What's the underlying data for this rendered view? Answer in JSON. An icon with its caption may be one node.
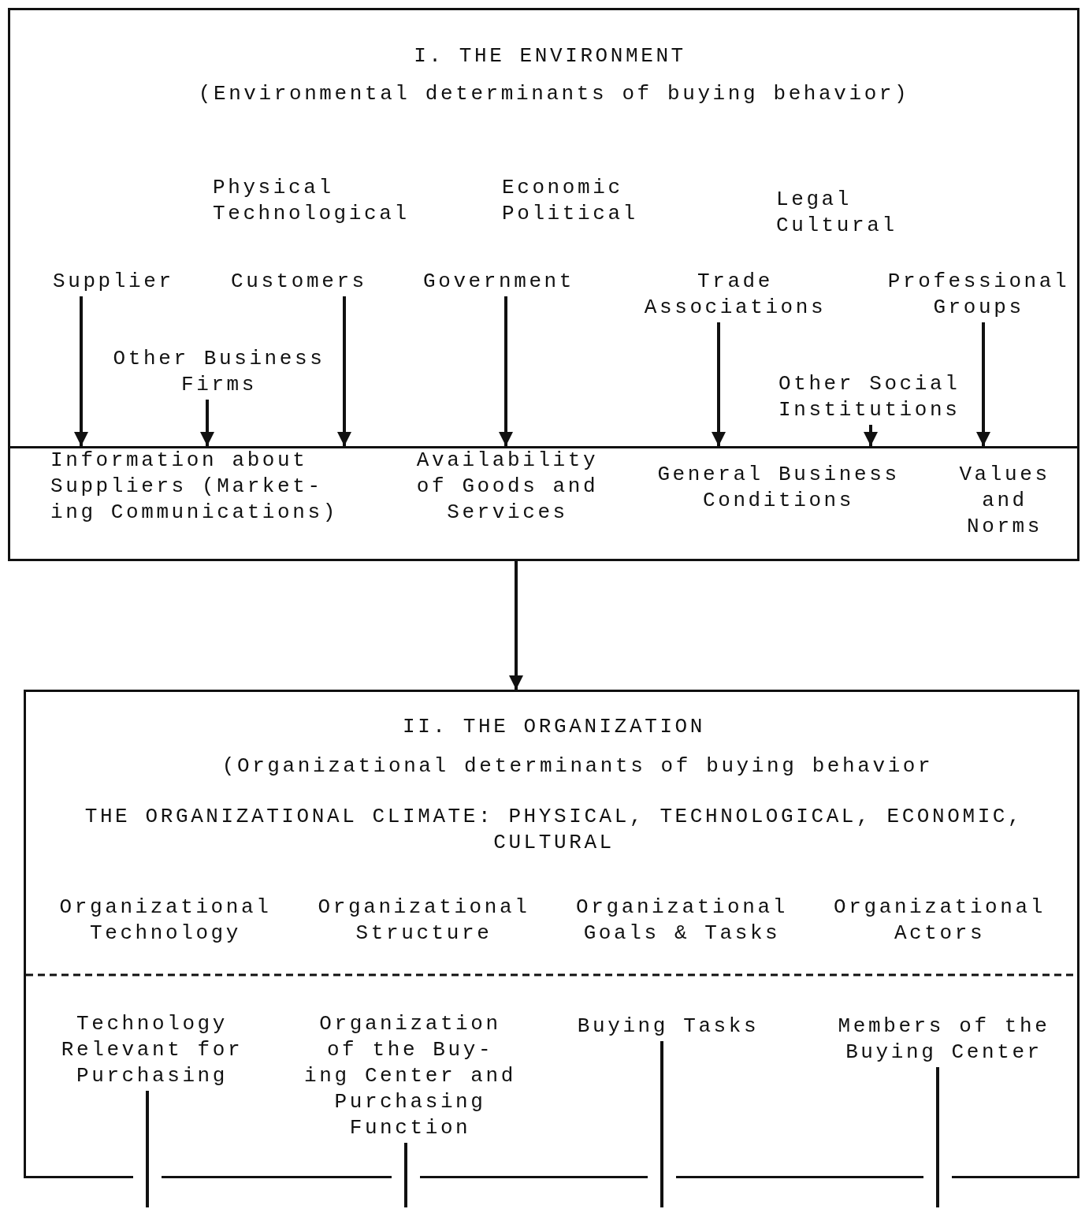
{
  "diagram": {
    "nodes": [
      {
        "text": [
          "I. THE ENVIRONMENT",
          "(Environmental determinants of buying behavior)"
        ]
      },
      {
        "text": [
          "Supplier"
        ],
        "in": 0
      },
      {
        "text": [
          "Customers"
        ],
        "in": 0
      },
      {
        "text": [
          "Government"
        ],
        "in": 0
      },
      {
        "text": [
          "Trade Associations"
        ],
        "in": 0
      },
      {
        "text": [
          "Professional Groups"
        ],
        "in": 0
      },
      {
        "text": [
          "Other Business Firms"
        ],
        "in": 0
      },
      {
        "text": [
          "Other Social Institutions"
        ],
        "in": 0
      },
      {
        "text": [],
        "shape": "box",
        "in": 0
      },
      {
        "text": [
          "Information about Suppliers (Market- ing Communications)"
        ],
        "in": 8
      },
      {
        "text": [
          "Availability of Goods and Services"
        ],
        "in": 8
      },
      {
        "text": [
          "General Business Conditions"
        ],
        "in": 8
      },
      {
        "text": [
          "Values and Norms"
        ],
        "in": 8
      },
      {
        "text": [
          "II. THE ORGANIZATION",
          "(Organizational determinants of buying behavior",
          "THE ORGANIZATIONAL CLIMATE: PHYSICAL, TECHNOLOGICAL, ECONOMIC, CULTURAL"
        ]
      },
      {
        "text": [
          "Technology Relevant for Purchasing"
        ],
        "in": 13
      },
      {
        "text": [
          "Organization of the Buy- ing Center and Purchasing Function"
        ],
        "in": 13
      },
      {
        "text": [
          "Buying Tasks"
        ],
        "in": 13
      },
      {
        "text": [
          "Members of the Buying Center"
        ],
        "in": 13
      }
    ],
    "edges": [
      {
        "from": 1,
        "to": 8,
        "arrow": "to"
      },
      {
        "from": 6,
        "to": 8,
        "arrow": "to"
      },
      {
        "from": 2,
        "to": 8,
        "arrow": "to"
      },
      {
        "from": 3,
        "to": 8,
        "arrow": "to"
      },
      {
        "from": 4,
        "to": 8,
        "arrow": "to"
      },
      {
        "from": 7,
        "to": 8,
        "arrow": "to"
      },
      {
        "from": 5,
        "to": 8,
        "arrow": "to"
      },
      {
        "from": 8,
        "to": 13,
        "arrow": "to"
      },
      {
        "from": 14,
        "to": null,
        "arrow": "none"
      },
      {
        "from": 15,
        "to": null,
        "arrow": "none"
      },
      {
        "from": 16,
        "to": null,
        "arrow": "none"
      },
      {
        "from": 17,
        "to": null,
        "arrow": "none"
      }
    ],
    "labels": [
      "Physical",
      "Technological",
      "Economic",
      "Political",
      "Legal",
      "Cultural",
      "Organizational Technology",
      "Organizational Structure",
      "Organizational Goals & Tasks",
      "Organizational Actors"
    ]
  }
}
